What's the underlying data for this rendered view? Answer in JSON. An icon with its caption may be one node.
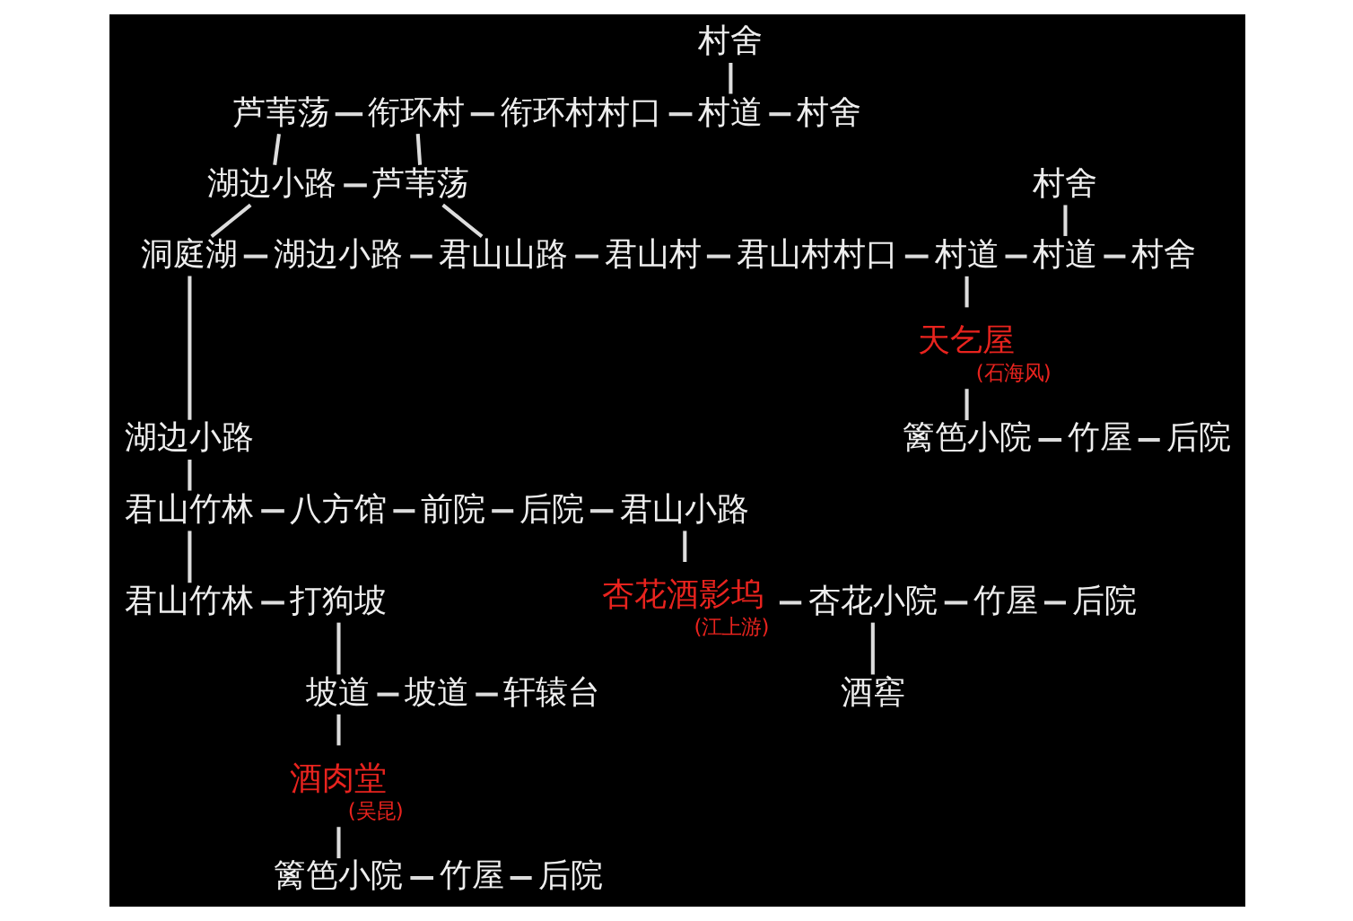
{
  "diagram": {
    "nodes": [
      {
        "text": [
          "村舍"
        ]
      },
      {
        "text": [
          "芦苇荡"
        ]
      },
      {
        "text": [
          "衔环村"
        ]
      },
      {
        "text": [
          "衔环村村口"
        ]
      },
      {
        "text": [
          "村道"
        ]
      },
      {
        "text": [
          "村舍"
        ]
      },
      {
        "text": [
          "湖边小路"
        ]
      },
      {
        "text": [
          "芦苇荡"
        ]
      },
      {
        "text": [
          "村舍"
        ]
      },
      {
        "text": [
          "洞庭湖"
        ]
      },
      {
        "text": [
          "湖边小路"
        ]
      },
      {
        "text": [
          "君山山路"
        ]
      },
      {
        "text": [
          "君山村"
        ]
      },
      {
        "text": [
          "君山村村口"
        ]
      },
      {
        "text": [
          "村道"
        ]
      },
      {
        "text": [
          "村道"
        ]
      },
      {
        "text": [
          "村舍"
        ]
      },
      {
        "text": [
          "天乞屋"
        ],
        "beside": [
          "(石海风)"
        ]
      },
      {
        "text": [
          "湖边小路"
        ]
      },
      {
        "text": [
          "篱笆小院"
        ]
      },
      {
        "text": [
          "竹屋"
        ]
      },
      {
        "text": [
          "后院"
        ]
      },
      {
        "text": [
          "君山竹林"
        ]
      },
      {
        "text": [
          "八方馆"
        ]
      },
      {
        "text": [
          "前院"
        ]
      },
      {
        "text": [
          "后院"
        ]
      },
      {
        "text": [
          "君山小路"
        ]
      },
      {
        "text": [
          "君山竹林"
        ]
      },
      {
        "text": [
          "打狗坡"
        ]
      },
      {
        "text": [
          "杏花酒影坞"
        ],
        "beside": [
          "(江上游)"
        ]
      },
      {
        "text": [
          "杏花小院"
        ]
      },
      {
        "text": [
          "竹屋"
        ]
      },
      {
        "text": [
          "后院"
        ]
      },
      {
        "text": [
          "坡道"
        ]
      },
      {
        "text": [
          "坡道"
        ]
      },
      {
        "text": [
          "轩辕台"
        ]
      },
      {
        "text": [
          "酒窖"
        ]
      },
      {
        "text": [
          "酒肉堂"
        ],
        "beside": [
          "(吴昆)"
        ]
      },
      {
        "text": [
          "篱笆小院"
        ]
      },
      {
        "text": [
          "竹屋"
        ]
      },
      {
        "text": [
          "后院"
        ]
      }
    ],
    "edges": [
      {
        "from": 0,
        "to": 4,
        "arrow": "none"
      },
      {
        "from": 1,
        "to": 2,
        "arrow": "none"
      },
      {
        "from": 2,
        "to": 3,
        "arrow": "none"
      },
      {
        "from": 3,
        "to": 4,
        "arrow": "none"
      },
      {
        "from": 4,
        "to": 5,
        "arrow": "none"
      },
      {
        "from": 1,
        "to": 6,
        "arrow": "none"
      },
      {
        "from": 2,
        "to": 7,
        "arrow": "none"
      },
      {
        "from": 6,
        "to": 7,
        "arrow": "none"
      },
      {
        "from": 8,
        "to": 15,
        "arrow": "none"
      },
      {
        "from": 6,
        "to": 9,
        "arrow": "none"
      },
      {
        "from": 7,
        "to": 11,
        "arrow": "none"
      },
      {
        "from": 9,
        "to": 10,
        "arrow": "none"
      },
      {
        "from": 10,
        "to": 11,
        "arrow": "none"
      },
      {
        "from": 11,
        "to": 12,
        "arrow": "none"
      },
      {
        "from": 12,
        "to": 13,
        "arrow": "none"
      },
      {
        "from": 13,
        "to": 14,
        "arrow": "none"
      },
      {
        "from": 14,
        "to": 15,
        "arrow": "none"
      },
      {
        "from": 15,
        "to": 16,
        "arrow": "none"
      },
      {
        "from": 9,
        "to": 18,
        "arrow": "none"
      },
      {
        "from": 14,
        "to": 17,
        "arrow": "none"
      },
      {
        "from": 17,
        "to": 19,
        "arrow": "none"
      },
      {
        "from": 19,
        "to": 20,
        "arrow": "none"
      },
      {
        "from": 20,
        "to": 21,
        "arrow": "none"
      },
      {
        "from": 18,
        "to": 22,
        "arrow": "none"
      },
      {
        "from": 22,
        "to": 23,
        "arrow": "none"
      },
      {
        "from": 23,
        "to": 24,
        "arrow": "none"
      },
      {
        "from": 24,
        "to": 25,
        "arrow": "none"
      },
      {
        "from": 25,
        "to": 26,
        "arrow": "none"
      },
      {
        "from": 22,
        "to": 27,
        "arrow": "none"
      },
      {
        "from": 26,
        "to": 29,
        "arrow": "none"
      },
      {
        "from": 27,
        "to": 28,
        "arrow": "none"
      },
      {
        "from": 29,
        "to": 30,
        "arrow": "none"
      },
      {
        "from": 30,
        "to": 31,
        "arrow": "none"
      },
      {
        "from": 31,
        "to": 32,
        "arrow": "none"
      },
      {
        "from": 28,
        "to": 33,
        "arrow": "none"
      },
      {
        "from": 30,
        "to": 36,
        "arrow": "none"
      },
      {
        "from": 33,
        "to": 34,
        "arrow": "none"
      },
      {
        "from": 34,
        "to": 35,
        "arrow": "none"
      },
      {
        "from": 33,
        "to": 37,
        "arrow": "none"
      },
      {
        "from": 37,
        "to": 38,
        "arrow": "none"
      },
      {
        "from": 38,
        "to": 39,
        "arrow": "none"
      },
      {
        "from": 39,
        "to": 40,
        "arrow": "none"
      }
    ]
  }
}
